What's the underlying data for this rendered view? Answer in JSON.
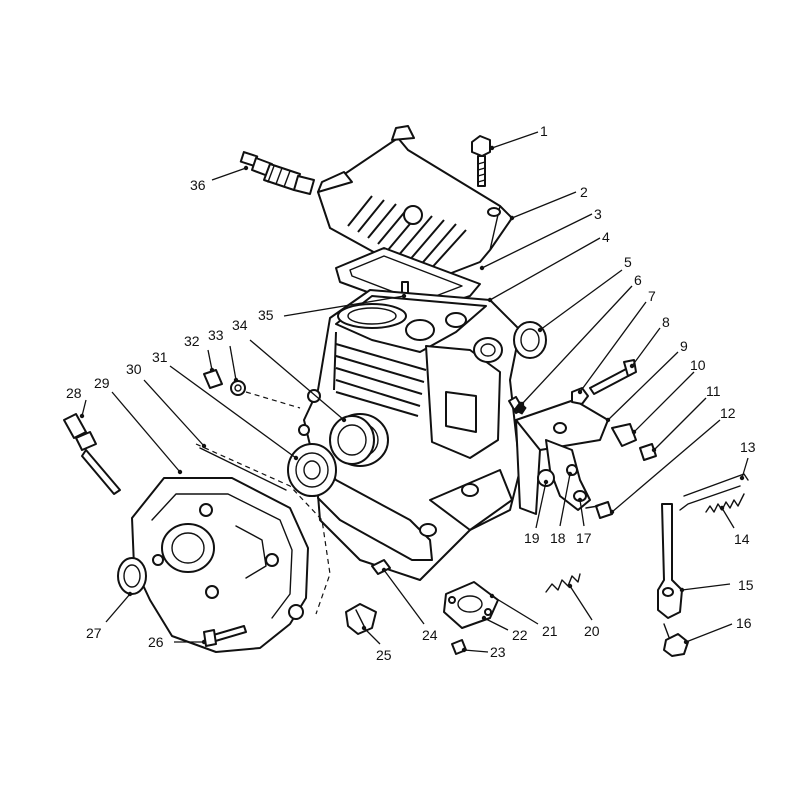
{
  "callouts": [
    {
      "id": "1",
      "text": "1"
    },
    {
      "id": "2",
      "text": "2"
    },
    {
      "id": "3",
      "text": "3"
    },
    {
      "id": "4",
      "text": "4"
    },
    {
      "id": "5",
      "text": "5"
    },
    {
      "id": "6",
      "text": "6"
    },
    {
      "id": "7",
      "text": "7"
    },
    {
      "id": "8",
      "text": "8"
    },
    {
      "id": "9",
      "text": "9"
    },
    {
      "id": "10",
      "text": "10"
    },
    {
      "id": "11",
      "text": "11"
    },
    {
      "id": "12",
      "text": "12"
    },
    {
      "id": "13",
      "text": "13"
    },
    {
      "id": "14",
      "text": "14"
    },
    {
      "id": "15",
      "text": "15"
    },
    {
      "id": "16",
      "text": "16"
    },
    {
      "id": "17",
      "text": "17"
    },
    {
      "id": "18",
      "text": "18"
    },
    {
      "id": "19",
      "text": "19"
    },
    {
      "id": "20",
      "text": "20"
    },
    {
      "id": "21",
      "text": "21"
    },
    {
      "id": "22",
      "text": "22"
    },
    {
      "id": "23",
      "text": "23"
    },
    {
      "id": "24",
      "text": "24"
    },
    {
      "id": "25",
      "text": "25"
    },
    {
      "id": "26",
      "text": "26"
    },
    {
      "id": "27",
      "text": "27"
    },
    {
      "id": "28",
      "text": "28"
    },
    {
      "id": "29",
      "text": "29"
    },
    {
      "id": "30",
      "text": "30"
    },
    {
      "id": "31",
      "text": "31"
    },
    {
      "id": "32",
      "text": "32"
    },
    {
      "id": "33",
      "text": "33"
    },
    {
      "id": "34",
      "text": "34"
    },
    {
      "id": "35",
      "text": "35"
    },
    {
      "id": "36",
      "text": "36"
    }
  ],
  "colors": {
    "ink": "#111111",
    "paper": "#ffffff"
  }
}
